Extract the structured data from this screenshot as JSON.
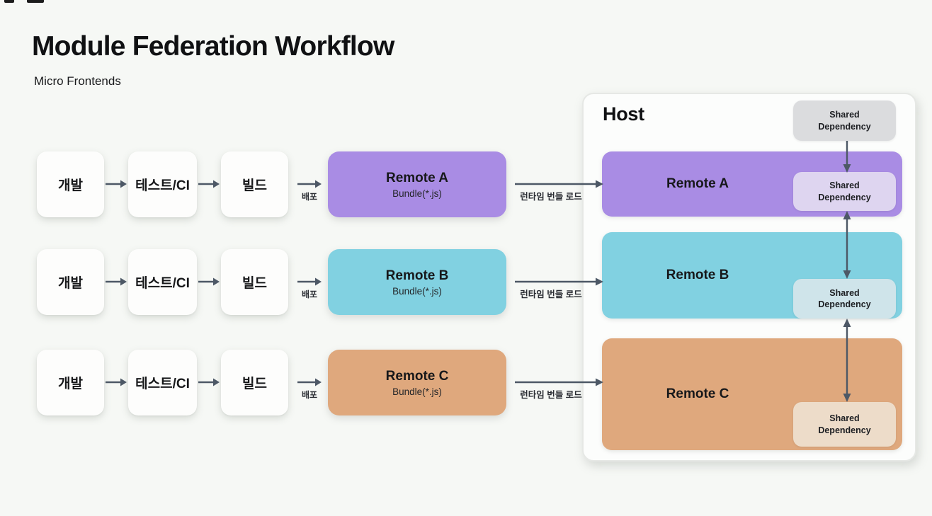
{
  "header": {
    "title": "Module Federation Workflow",
    "subtitle": "Micro Frontends"
  },
  "pipeline": {
    "stage_dev": "개발",
    "stage_test": "테스트/CI",
    "stage_build": "빌드",
    "deploy_label": "배포",
    "runtime_load_label": "런타임 번들 로드"
  },
  "remotes": [
    {
      "name": "Remote A",
      "bundle": "Bundle(*.js)"
    },
    {
      "name": "Remote B",
      "bundle": "Bundle(*.js)"
    },
    {
      "name": "Remote C",
      "bundle": "Bundle(*.js)"
    }
  ],
  "host": {
    "title": "Host",
    "shared_dependency": "Shared Dependency"
  },
  "colors": {
    "background": "#f6f8f5",
    "remote_a": "#a98ce4",
    "remote_a_shared": "#ded5f0",
    "remote_b": "#81d1e1",
    "remote_b_shared": "#cfe4ea",
    "remote_c": "#dfa87d",
    "remote_c_shared": "#eddcc9",
    "host_shared_gray": "#dbdcde",
    "arrow": "#4d5866"
  }
}
